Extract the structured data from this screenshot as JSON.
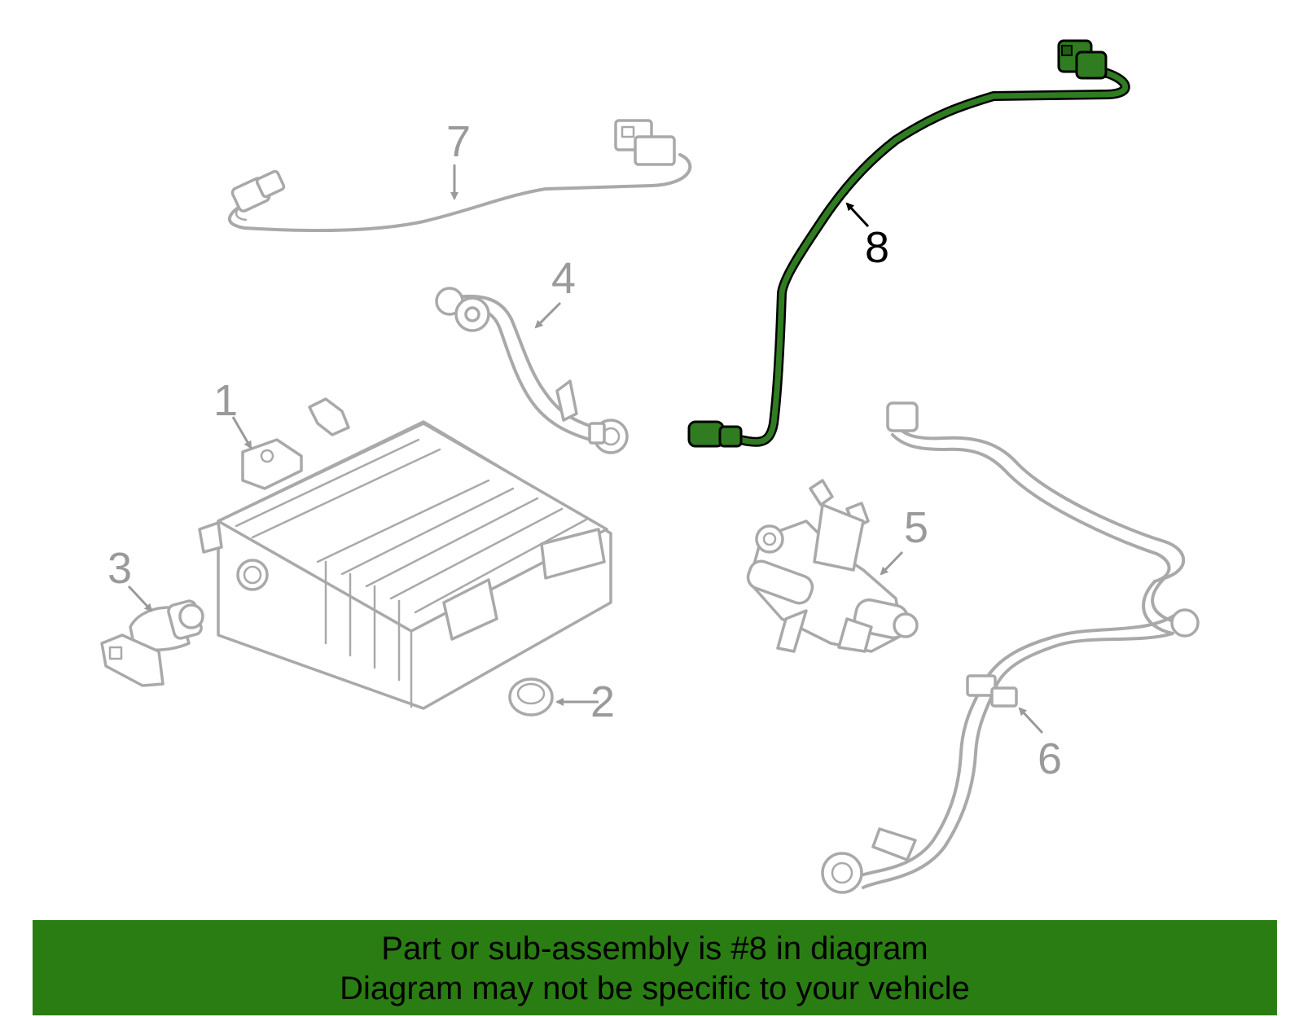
{
  "diagram": {
    "callouts": [
      "1",
      "2",
      "3",
      "4",
      "5",
      "6",
      "7",
      "8"
    ],
    "highlighted_part": "8",
    "colors": {
      "part_line": "#a9a9a9",
      "highlight": "#2f7d20",
      "banner": "#2a7d12",
      "text": "#000000"
    }
  },
  "banner": {
    "line1": "Part or sub-assembly is #8 in diagram",
    "line2": "Diagram may not be specific to your vehicle"
  }
}
